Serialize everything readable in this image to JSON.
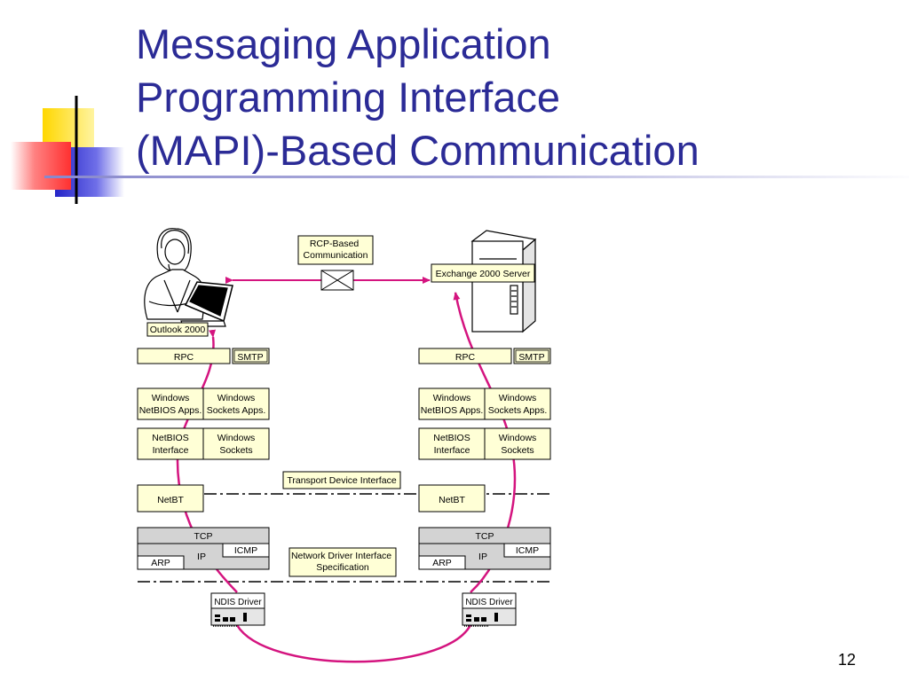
{
  "slide": {
    "title_lines": [
      "Messaging Application",
      "Programming Interface",
      "(MAPI)-Based Communication"
    ],
    "page_number": "12"
  },
  "colors": {
    "title": "#2b2b96",
    "accent_yellow": "#ffd700",
    "accent_blue": "#3a3ad0",
    "accent_red": "#ff4040",
    "arrow": "#d4147f",
    "box_fill": "#ffffd6",
    "tcp_fill": "#d3d3d3"
  },
  "diagram": {
    "rpc_label": "RCP-Based\nCommunication",
    "client_app": "Outlook 2000",
    "server_app": "Exchange 2000 Server",
    "transport_device_interface": "Transport Device Interface",
    "ndis_spec": "Network Driver Interface\nSpecification",
    "stacks": [
      {
        "side": "client",
        "rpc": "RPC",
        "smtp": "SMTP",
        "netbios_apps": "Windows\nNetBIOS Apps.",
        "sockets_apps": "Windows\nSockets Apps.",
        "netbios_interface": "NetBIOS\nInterface",
        "windows_sockets": "Windows\nSockets",
        "netbt": "NetBT",
        "tcp": "TCP",
        "ip": "IP",
        "icmp": "ICMP",
        "arp": "ARP",
        "ndis_driver": "NDIS Driver"
      },
      {
        "side": "server",
        "rpc": "RPC",
        "smtp": "SMTP",
        "netbios_apps": "Windows\nNetBIOS Apps.",
        "sockets_apps": "Windows\nSockets Apps.",
        "netbios_interface": "NetBIOS\nInterface",
        "windows_sockets": "Windows\nSockets",
        "netbt": "NetBT",
        "tcp": "TCP",
        "ip": "IP",
        "icmp": "ICMP",
        "arp": "ARP",
        "ndis_driver": "NDIS Driver"
      }
    ]
  }
}
